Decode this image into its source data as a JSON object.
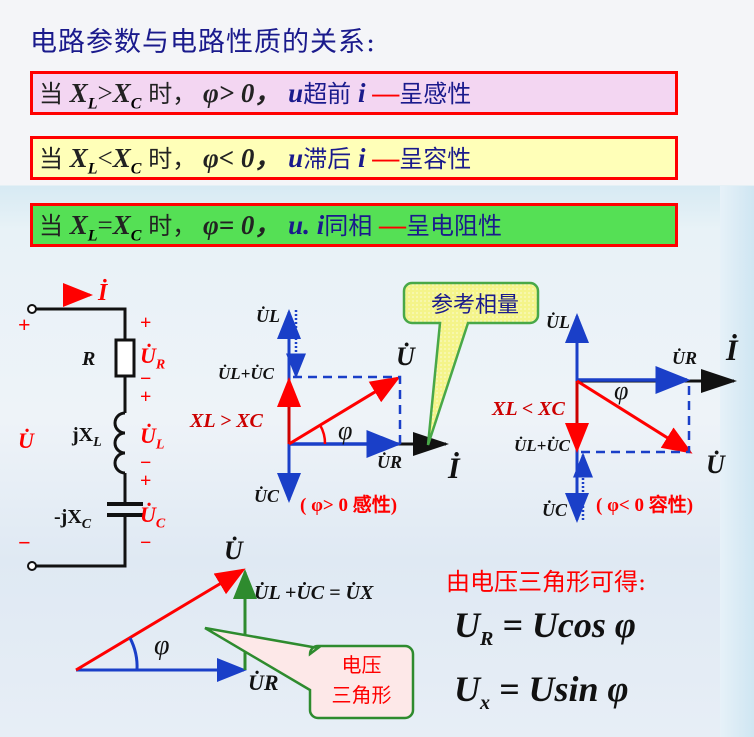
{
  "title": "电路参数与电路性质的关系:",
  "conditions": [
    {
      "prefix": "当",
      "lhs": "X",
      "lhs_sub": "L",
      "op": ">",
      "rhs": "X",
      "rhs_sub": "C",
      "when": "时，",
      "phi": "φ> 0，",
      "u": "u",
      "rel": "超前",
      "i": "i",
      "dash": "—",
      "result": "呈感性",
      "bg": "#f3d6f2"
    },
    {
      "prefix": "当",
      "lhs": "X",
      "lhs_sub": "L",
      "op": "<",
      "rhs": "X",
      "rhs_sub": "C",
      "when": "时，",
      "phi": "φ< 0，",
      "u": "u",
      "rel": "滞后",
      "i": "i",
      "dash": "—",
      "result": "呈容性",
      "bg": "#ffffb8"
    },
    {
      "prefix": "当",
      "lhs": "X",
      "lhs_sub": "L",
      "op": "=",
      "rhs": "X",
      "rhs_sub": "C",
      "when": "时，",
      "phi": "φ= 0，",
      "u": "u.",
      "rel": "同相",
      "i": "i",
      "dash": "—",
      "result": "呈电阻性",
      "bg": "#55e055"
    }
  ],
  "circuit": {
    "current": "İ",
    "plus": "+",
    "minus": "−",
    "source": "U̇",
    "R": "R",
    "UR": "U̇",
    "UR_sub": "R",
    "L": "jX",
    "L_sub": "L",
    "UL": "U̇",
    "UL_sub": "L",
    "C": "-jX",
    "C_sub": "C",
    "UC": "U̇",
    "UC_sub": "C"
  },
  "phasor_inductive": {
    "UL": "U̇L",
    "ULUC": "U̇L+U̇C",
    "cond": "XL > XC",
    "U": "U̇",
    "phi": "φ",
    "UR": "U̇R",
    "I": "İ",
    "UC": "U̇C",
    "note": "( φ> 0 感性)"
  },
  "callout_ref": "参考相量",
  "phasor_capacitive": {
    "UL": "U̇L",
    "cond": "XL < XC",
    "ULUC": "U̇L+U̇C",
    "UR": "U̇R",
    "I": "İ",
    "phi": "φ",
    "U": "U̇",
    "UC": "U̇C",
    "note": "( φ< 0 容性)"
  },
  "triangle": {
    "U": "U̇",
    "UX": "U̇L +U̇C = U̇X",
    "phi": "φ",
    "UR": "U̇R",
    "callout_line1": "电压",
    "callout_line2": "三角形"
  },
  "formulas": {
    "heading": "由电压三角形可得:",
    "f1_lhs": "U",
    "f1_sub": "R",
    "f1_rhs": "= Ucos φ",
    "f2_lhs": "U",
    "f2_sub": "x",
    "f2_rhs": "= Usin φ"
  },
  "colors": {
    "red": "#ff0000",
    "blue": "#1a3fc8",
    "navy": "#1a1a8c",
    "green": "#2e8b2e"
  }
}
